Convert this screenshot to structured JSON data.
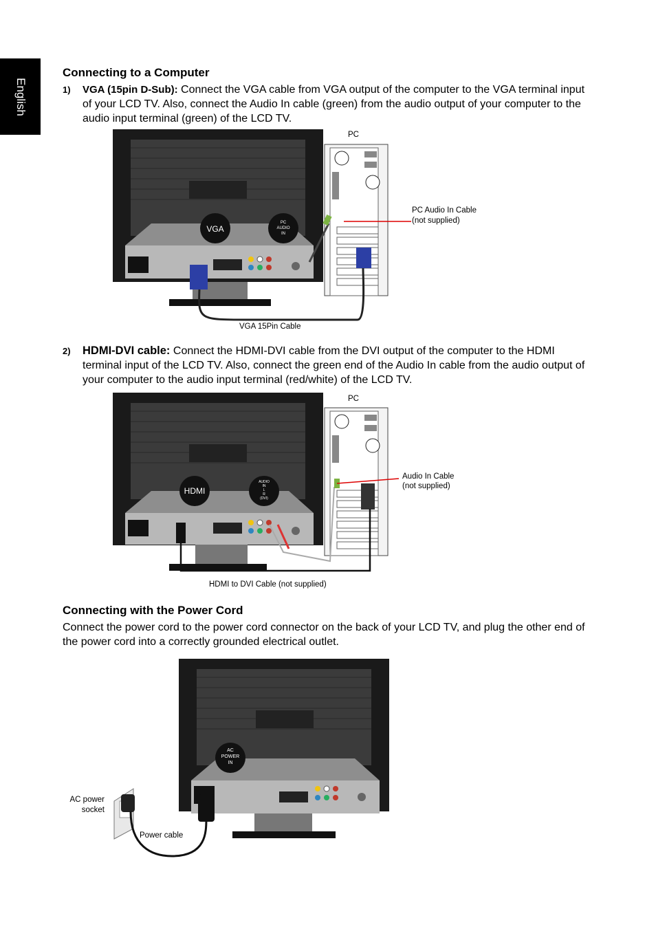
{
  "sidebar": {
    "label": "English"
  },
  "section1": {
    "heading": "Connecting to a Computer",
    "item1": {
      "number": "1)",
      "title": "VGA (15pin D-Sub):",
      "body": " Connect the VGA cable from VGA output of the computer to the VGA terminal input of your LCD TV. Also, connect the Audio In cable (green) from the audio output of your computer to the audio input terminal (green) of the LCD TV."
    },
    "figure1": {
      "pc": "PC",
      "audio_cable_line1": "PC Audio In Cable",
      "audio_cable_line2": "(not supplied)",
      "cable": "VGA 15Pin Cable",
      "port_main": "VGA",
      "port_audio_line1": "PC",
      "port_audio_line2": "AUDIO",
      "port_audio_line3": "IN"
    },
    "item2": {
      "number": "2)",
      "title": "HDMI-DVI cable:",
      "body": " Connect the HDMI-DVI cable from the DVI output of the computer to the HDMI terminal input of the LCD TV. Also, connect the green end of the Audio In cable from the audio output of your computer to the audio input terminal (red/white) of the LCD TV."
    },
    "figure2": {
      "pc": "PC",
      "audio_cable_line1": "Audio In Cable",
      "audio_cable_line2": "(not supplied)",
      "cable": "HDMI to DVI Cable (not supplied)",
      "port_main": "HDMI",
      "port_audio_line1": "AUDIO",
      "port_audio_line2": "IN",
      "port_audio_line3": "L",
      "port_audio_line4": "R",
      "port_audio_line5": "(DVI)"
    }
  },
  "section2": {
    "heading": "Connecting with the Power Cord",
    "body": "Connect the power cord to the power cord connector on the back of your LCD TV, and plug the other end of the power cord into a correctly grounded electrical outlet.",
    "figure3": {
      "socket_line1": "AC power",
      "socket_line2": "socket",
      "cable": "Power cable",
      "port_line1": "AC",
      "port_line2": "POWER",
      "port_line3": "IN"
    }
  }
}
